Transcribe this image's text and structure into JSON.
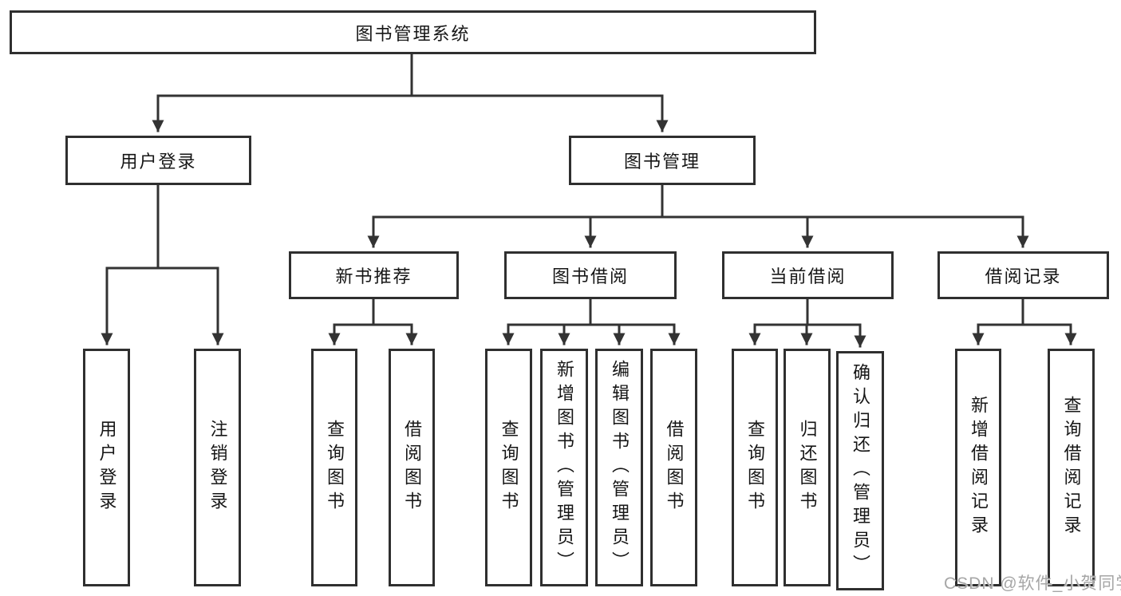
{
  "tree": {
    "label": "图书管理系统",
    "children": [
      {
        "label": "用户登录",
        "children": [
          {
            "label": "用户登录"
          },
          {
            "label": "注销登录"
          }
        ]
      },
      {
        "label": "图书管理",
        "children": [
          {
            "label": "新书推荐",
            "children": [
              {
                "label": "查询图书"
              },
              {
                "label": "借阅图书"
              }
            ]
          },
          {
            "label": "图书借阅",
            "children": [
              {
                "label": "查询图书"
              },
              {
                "label": "新增图书（管理员）"
              },
              {
                "label": "编辑图书（管理员）"
              },
              {
                "label": "借阅图书"
              }
            ]
          },
          {
            "label": "当前借阅",
            "children": [
              {
                "label": "查询图书"
              },
              {
                "label": "归还图书"
              },
              {
                "label": "确认归还（管理员）"
              }
            ]
          },
          {
            "label": "借阅记录",
            "children": [
              {
                "label": "新增借阅记录"
              },
              {
                "label": "查询借阅记录"
              }
            ]
          }
        ]
      }
    ]
  },
  "watermark": {
    "text": "CSDN @软件_小贺同学"
  },
  "colors": {
    "line": "#333333",
    "box_border": "#2f2f2f",
    "text": "#161616",
    "watermark": "#a6a6a6",
    "background": "#ffffff"
  }
}
